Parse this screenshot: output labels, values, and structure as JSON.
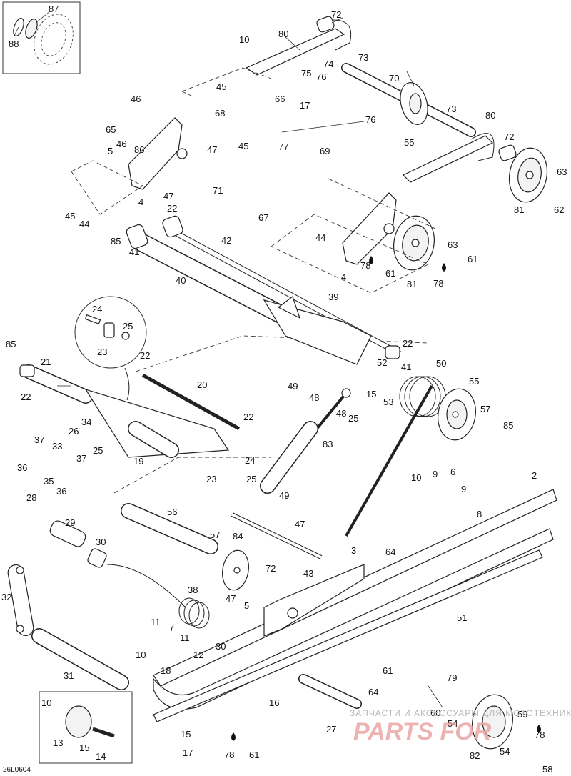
{
  "diagram_code": "26L0604",
  "watermark": {
    "tagline": "ЗАПЧАСТИ И АКСЕССУАРЫ ДЛЯ МОТОТЕХНИКИ",
    "brand": "PARTS FOR"
  },
  "part_numbers": {
    "p87": "87",
    "p88": "88",
    "p72a": "72",
    "p10a": "10",
    "p80a": "80",
    "p74": "74",
    "p75": "75",
    "p76a": "76",
    "p73a": "73",
    "p70": "70",
    "p45a": "45",
    "p66": "66",
    "p17a": "17",
    "p46a": "46",
    "p68": "68",
    "p65": "65",
    "p86": "86",
    "p47a": "47",
    "p45b": "45",
    "p46b": "46",
    "p5a": "5",
    "p76b": "76",
    "p77": "77",
    "p69": "69",
    "p55a": "55",
    "p73b": "73",
    "p80b": "80",
    "p72b": "72",
    "p4a": "4",
    "p47b": "47",
    "p71": "71",
    "p67": "67",
    "p63a": "63",
    "p62": "62",
    "p81a": "81",
    "p45c": "45",
    "p44a": "44",
    "p22a": "22",
    "p85a": "85",
    "p41a": "41",
    "p42": "42",
    "p44b": "44",
    "p63b": "63",
    "p61a": "61",
    "p4b": "4",
    "p78a": "78",
    "p61b": "61",
    "p81b": "81",
    "p78b": "78",
    "p40": "40",
    "p39": "39",
    "p24a": "24",
    "p25a": "25",
    "p23a": "23",
    "p22b": "22",
    "p41b": "41",
    "p85b": "85",
    "p21": "21",
    "p22c": "22",
    "p22d": "22",
    "p50": "50",
    "p52": "52",
    "p49a": "49",
    "p48a": "48",
    "p15a": "15",
    "p53": "53",
    "p55b": "55",
    "p20": "20",
    "p48b": "48",
    "p25b": "25",
    "p57a": "57",
    "p85c": "85",
    "p22e": "22",
    "p34": "34",
    "p37a": "37",
    "p26": "26",
    "p33": "33",
    "p25c": "25",
    "p36a": "36",
    "p37b": "37",
    "p35": "35",
    "p36b": "36",
    "p19": "19",
    "p24b": "24",
    "p23b": "23",
    "p83": "83",
    "p25d": "25",
    "p10b": "10",
    "p9a": "9",
    "p6": "6",
    "p9b": "9",
    "p2": "2",
    "p28": "28",
    "p49b": "49",
    "p8": "8",
    "p56": "56",
    "p47c": "47",
    "p29": "29",
    "p57b": "57",
    "p84": "84",
    "p30a": "30",
    "p43": "43",
    "p3": "3",
    "p64a": "64",
    "p72c": "72",
    "p32": "32",
    "p38": "38",
    "p47d": "47",
    "p5b": "5",
    "p51": "51",
    "p11a": "11",
    "p7": "7",
    "p10c": "10",
    "p11b": "11",
    "p30b": "30",
    "p12": "12",
    "p61c": "61",
    "p18": "18",
    "p31": "31",
    "p16": "16",
    "p64b": "64",
    "p79": "79",
    "p10d": "10",
    "p60": "60",
    "p54a": "54",
    "p59": "59",
    "p13": "13",
    "p15b": "15",
    "p27": "27",
    "p78c": "78",
    "p15c": "15",
    "p14": "14",
    "p78d": "78",
    "p61d": "61",
    "p17b": "17",
    "p82": "82",
    "p54b": "54",
    "p58": "58"
  }
}
